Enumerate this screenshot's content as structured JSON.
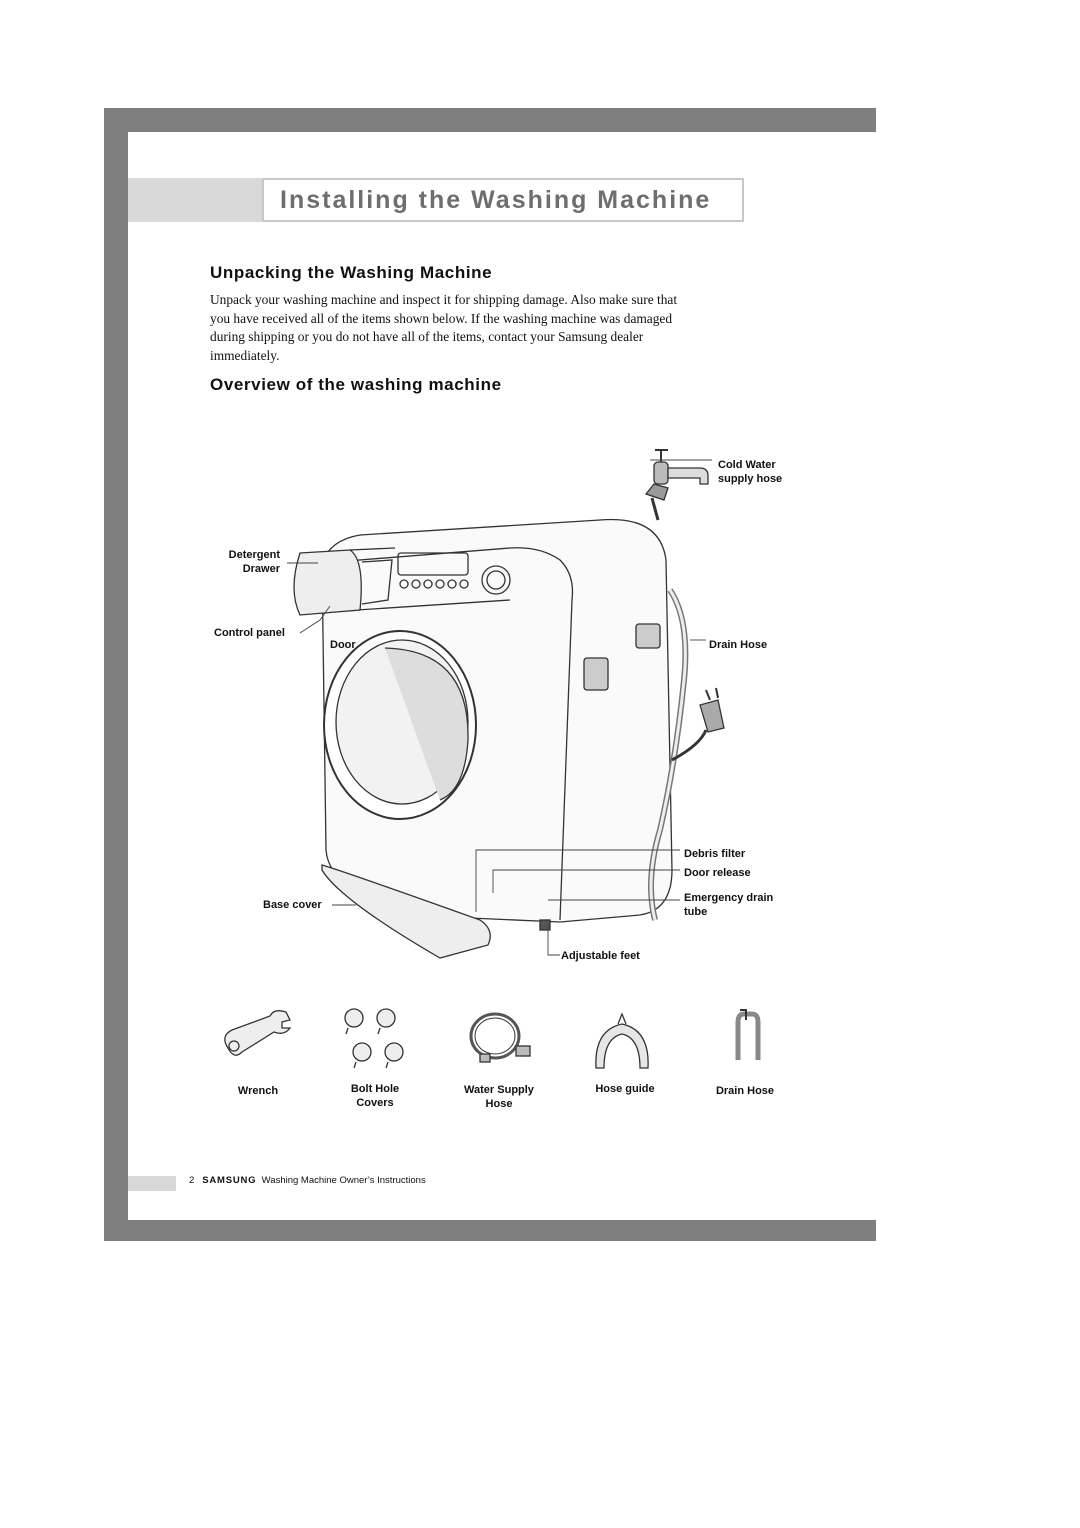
{
  "header": {
    "title": "Installing the Washing Machine"
  },
  "sections": {
    "unpacking": {
      "heading": "Unpacking the Washing Machine",
      "lines": [
        "Unpack your washing machine and inspect it for shipping damage.  Also make sure that",
        "you have received all of the items shown below.  If the washing machine was damaged",
        "during shipping or you do not have all of the items, contact your Samsung dealer",
        "immediately."
      ]
    },
    "overview": {
      "heading": "Overview of the washing machine"
    }
  },
  "diagram": {
    "labels": {
      "cold_water_1": "Cold Water",
      "cold_water_2": "supply hose",
      "detergent_1": "Detergent",
      "detergent_2": "Drawer",
      "control_panel": "Control panel",
      "door": "Door",
      "drain_hose": "Drain Hose",
      "debris_filter": "Debris filter",
      "door_release": "Door release",
      "emergency_1": "Emergency drain",
      "emergency_2": "tube",
      "base_cover": "Base cover",
      "adjustable_feet": "Adjustable feet"
    }
  },
  "accessories": [
    {
      "line1": "Wrench",
      "line2": ""
    },
    {
      "line1": "Bolt Hole",
      "line2": "Covers"
    },
    {
      "line1": "Water Supply",
      "line2": "Hose"
    },
    {
      "line1": "Hose guide",
      "line2": ""
    },
    {
      "line1": "Drain Hose",
      "line2": ""
    }
  ],
  "footer": {
    "page_number": "2",
    "brand": "SAMSUNG",
    "text": "Washing Machine Owner’s Instructions"
  },
  "colors": {
    "frame": "#7f7f7f",
    "band": "#d9d9d9",
    "title": "#6e6e6e"
  }
}
